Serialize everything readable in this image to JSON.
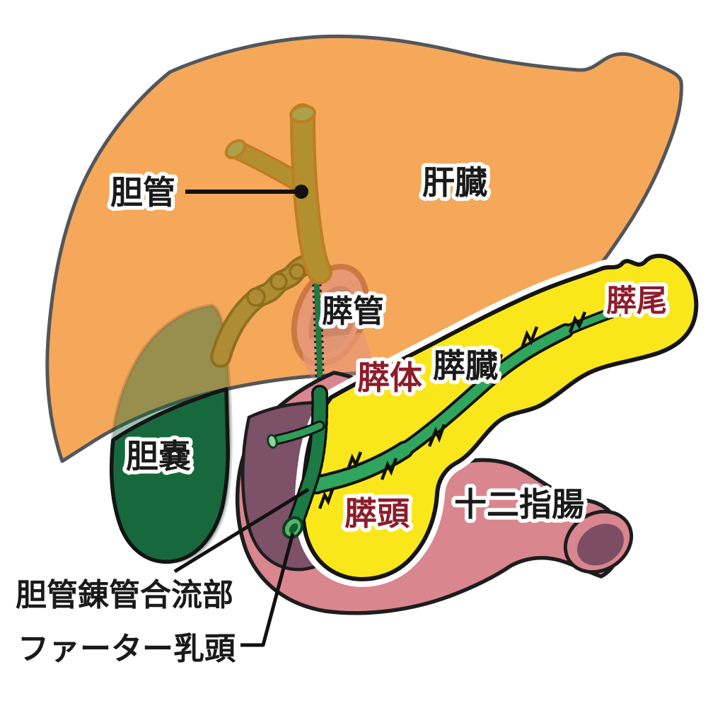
{
  "diagram": {
    "type": "anatomical-illustration",
    "language": "ja",
    "labels": {
      "liver": "肝臓",
      "bile_duct": "胆管",
      "gallbladder": "胆嚢",
      "pancreatic_duct": "膵管",
      "pancreas": "膵臓",
      "pancreas_body": "膵体",
      "pancreas_tail": "膵尾",
      "pancreas_head": "膵頭",
      "duodenum": "十二指腸",
      "duct_confluence": "胆管錬管合流部",
      "papilla_of_vater": "ファーター乳頭"
    },
    "colors": {
      "background": "#FFFFFF",
      "liver": "#F5A85A",
      "liver_outline": "#53565A",
      "bile_duct_fill": "#B2902F",
      "bile_duct_outline": "#BF7D22",
      "duct_opening": "#A9A24A",
      "gallbladder": "#17693D",
      "cystic_duct": "#AD8C33",
      "cystic_duct_outline": "#8F6F1D",
      "duodenum": "#D9868F",
      "duodenum_inner": "#7D4E63",
      "outline_black": "#1D1D1D",
      "pancreas": "#F9E71C",
      "pancreatic_duct": "#2FA55D",
      "common_bile_duct": "#1C7A44",
      "papilla": "#55B468",
      "label_black": "#1A1A1A",
      "label_red": "#8C1D2B"
    }
  }
}
